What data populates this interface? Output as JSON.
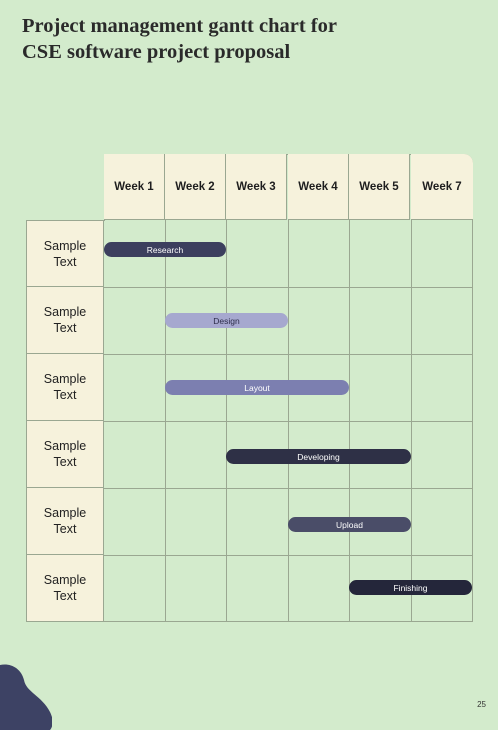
{
  "title": {
    "line1": "Project management gantt chart for",
    "line2": "CSE software project proposal"
  },
  "weeks": [
    "Week 1",
    "Week 2",
    "Week 3",
    "Week 4",
    "Week 5",
    "Week 7"
  ],
  "rows": [
    {
      "label_line1": "Sample",
      "label_line2": "Text"
    },
    {
      "label_line1": "Sample",
      "label_line2": "Text"
    },
    {
      "label_line1": "Sample",
      "label_line2": "Text"
    },
    {
      "label_line1": "Sample",
      "label_line2": "Text"
    },
    {
      "label_line1": "Sample",
      "label_line2": "Text"
    },
    {
      "label_line1": "Sample",
      "label_line2": "Text"
    }
  ],
  "tasks": [
    {
      "name": "Research",
      "start_week_index": 0,
      "end_week_index": 1,
      "color": "#3c3f5e"
    },
    {
      "name": "Design",
      "start_week_index": 1,
      "end_week_index": 2,
      "color": "#a6a8cf"
    },
    {
      "name": "Layout",
      "start_week_index": 1,
      "end_week_index": 3,
      "color": "#7c7fb0"
    },
    {
      "name": "Developing",
      "start_week_index": 2,
      "end_week_index": 4,
      "color": "#2e3046"
    },
    {
      "name": "Upload",
      "start_week_index": 3,
      "end_week_index": 4,
      "color": "#4a4d68"
    },
    {
      "name": "Finishing",
      "start_week_index": 4,
      "end_week_index": 5,
      "color": "#24263a"
    }
  ],
  "page_number": "25",
  "colors": {
    "background": "#d3ebcc",
    "header_fill": "#f6f2dc",
    "grid_line": "#9aa791",
    "blob": "#3d4264"
  }
}
